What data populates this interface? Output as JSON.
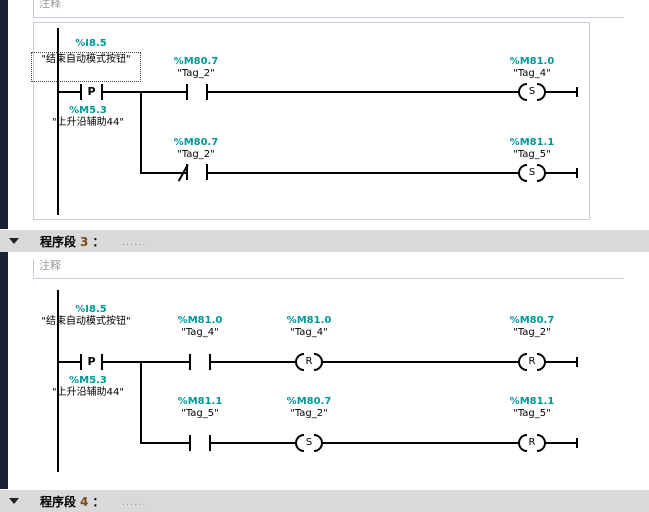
{
  "app": {
    "editor": "ladder-logic-editor",
    "accent_teal": "#009999",
    "header_bg": "#d9d9d9",
    "gutter": "#1b2033",
    "box_border": "#c9cadb"
  },
  "comments": {
    "placeholder": "注释"
  },
  "networks": [
    {
      "id": "network-2-body",
      "comment": "注释",
      "rungs": [
        {
          "id": "rung-1",
          "elements": [
            {
              "kind": "p-contact",
              "addr": "%I8.5",
              "tag": "\"结束自动模式按钮\"",
              "glyph": "P",
              "sub_addr": "%M5.3",
              "sub_tag": "\"上升沿辅助44\"",
              "selected": true
            },
            {
              "kind": "no-contact",
              "addr": "%M80.7",
              "tag": "\"Tag_2\""
            },
            {
              "kind": "coil",
              "addr": "%M81.0",
              "tag": "\"Tag_4\"",
              "glyph": "S"
            }
          ]
        },
        {
          "id": "rung-2",
          "elements": [
            {
              "kind": "nc-contact",
              "addr": "%M80.7",
              "tag": "\"Tag_2\""
            },
            {
              "kind": "coil",
              "addr": "%M81.1",
              "tag": "\"Tag_5\"",
              "glyph": "S"
            }
          ]
        }
      ]
    },
    {
      "id": "network-3-body",
      "comment": "注释",
      "rungs": [
        {
          "id": "rung-1",
          "elements": [
            {
              "kind": "p-contact",
              "addr": "%I8.5",
              "tag": "\"结束自动模式按钮\"",
              "glyph": "P",
              "sub_addr": "%M5.3",
              "sub_tag": "\"上升沿辅助44\"",
              "selected": false
            },
            {
              "kind": "no-contact",
              "addr": "%M81.0",
              "tag": "\"Tag_4\""
            },
            {
              "kind": "coil",
              "addr": "%M81.0",
              "tag": "\"Tag_4\"",
              "glyph": "R"
            },
            {
              "kind": "coil",
              "addr": "%M80.7",
              "tag": "\"Tag_2\"",
              "glyph": "R"
            }
          ]
        },
        {
          "id": "rung-2",
          "elements": [
            {
              "kind": "no-contact",
              "addr": "%M81.1",
              "tag": "\"Tag_5\""
            },
            {
              "kind": "coil",
              "addr": "%M80.7",
              "tag": "\"Tag_2\"",
              "glyph": "S"
            },
            {
              "kind": "coil",
              "addr": "%M81.1",
              "tag": "\"Tag_5\"",
              "glyph": "R"
            }
          ]
        }
      ]
    }
  ],
  "section_headers": [
    {
      "id": "network-3-header",
      "title_prefix": "程序段",
      "number": "3",
      "colon": "：",
      "dots": "......"
    },
    {
      "id": "network-4-header",
      "title_prefix": "程序段",
      "number": "4",
      "colon": "：",
      "dots": "......"
    }
  ]
}
